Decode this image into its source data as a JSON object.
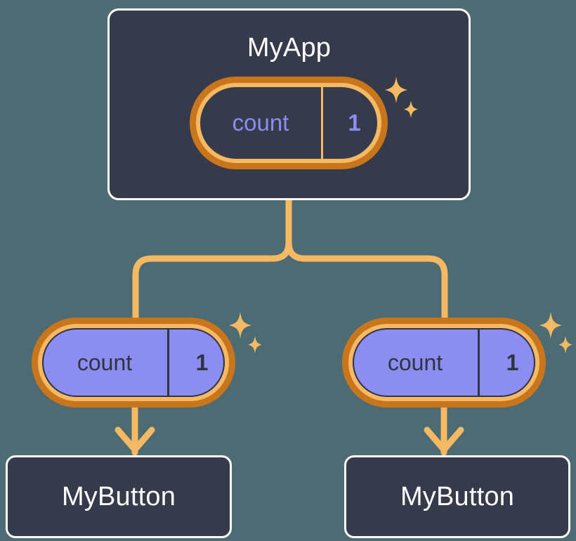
{
  "diagram": {
    "title_hidden": "React state tree - count state passed from MyApp to two MyButton components",
    "background_color": "#4d6b73",
    "card_fill": "#353b4a",
    "card_border": "#ffffff",
    "connector_color": "#f6b963",
    "pill_outer_ring": "#c8751b",
    "pill_inner_ring": "#f6b963",
    "state_fill": "#8b8df0",
    "state_text_root": "#8b8df0",
    "state_text_leaf": "#2e3440",
    "sparkle_color": "#f6b963"
  },
  "root": {
    "name": "root-component",
    "title": "MyApp",
    "state": {
      "key": "count",
      "value": "1"
    },
    "sparkle_icon": "sparkles-icon"
  },
  "children": [
    {
      "name": "child-left",
      "state": {
        "key": "count",
        "value": "1"
      },
      "title": "MyButton",
      "sparkle_icon": "sparkles-icon"
    },
    {
      "name": "child-right",
      "state": {
        "key": "count",
        "value": "1"
      },
      "title": "MyButton",
      "sparkle_icon": "sparkles-icon"
    }
  ]
}
